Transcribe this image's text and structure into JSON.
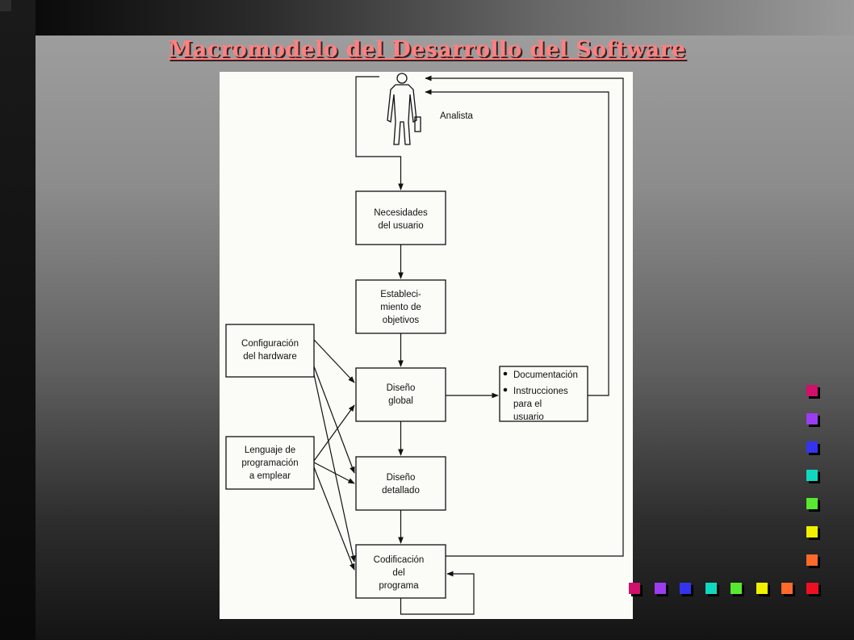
{
  "slide": {
    "title": "Macromodelo del Desarrollo del Software"
  },
  "diagram": {
    "analyst_label": "Analista",
    "boxes": {
      "necesidades": [
        "Necesidades",
        "del usuario"
      ],
      "objetivos": [
        "Estableci-",
        "miento de",
        "objetivos"
      ],
      "diseno_global": [
        "Diseño",
        "global"
      ],
      "diseno_detallado": [
        "Diseño",
        "detallado"
      ],
      "codificacion": [
        "Codificación",
        "del",
        "programa"
      ],
      "configuracion": [
        "Configuración",
        "del hardware"
      ],
      "lenguaje": [
        "Lenguaje de",
        "programación",
        "a emplear"
      ],
      "documentacion": {
        "bullet1": "Documentación",
        "bullet2": [
          "Instrucciones",
          "para el",
          "usuario"
        ]
      }
    }
  },
  "decor": {
    "square_colors": [
      "#d0106a",
      "#9b3cf0",
      "#3434ee",
      "#10d8c0",
      "#58e830",
      "#f0f000",
      "#ff6a2a",
      "#ee1020"
    ]
  }
}
